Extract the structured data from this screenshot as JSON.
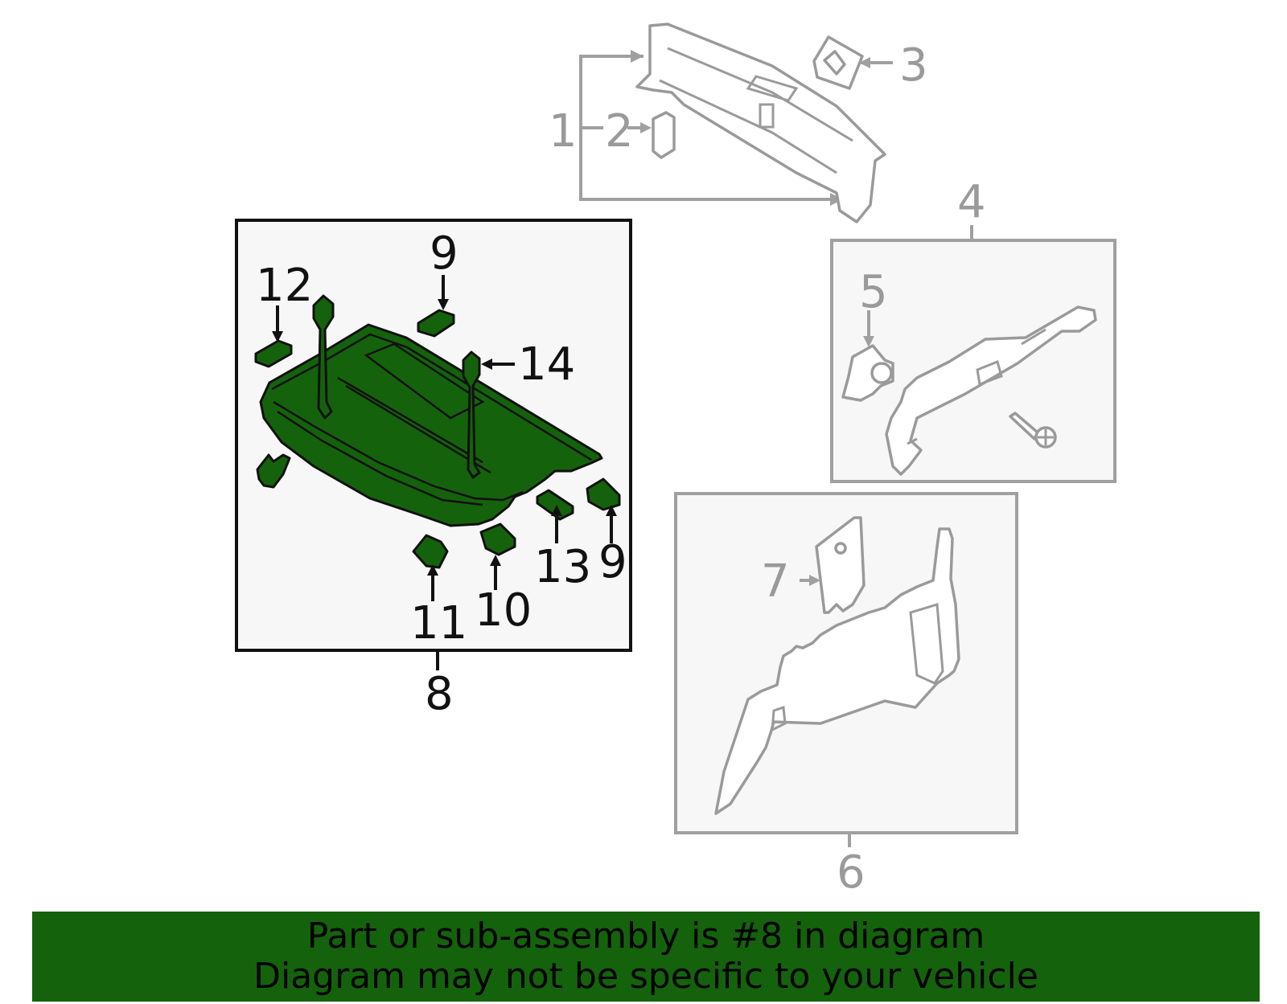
{
  "callouts": {
    "c1": "1",
    "c2": "2",
    "c3": "3",
    "c4": "4",
    "c5": "5",
    "c6": "6",
    "c7": "7",
    "c8": "8",
    "c9_top": "9",
    "c9_bottom": "9",
    "c10": "10",
    "c11": "11",
    "c12": "12",
    "c13": "13",
    "c14": "14"
  },
  "banner": {
    "line1": "Part or sub-assembly is #8 in diagram",
    "line2": "Diagram may not be specific to your vehicle"
  },
  "colors": {
    "highlight": "#15620c",
    "outline_gray": "#9a9a9a",
    "panel_fill": "#f7f7f7"
  }
}
